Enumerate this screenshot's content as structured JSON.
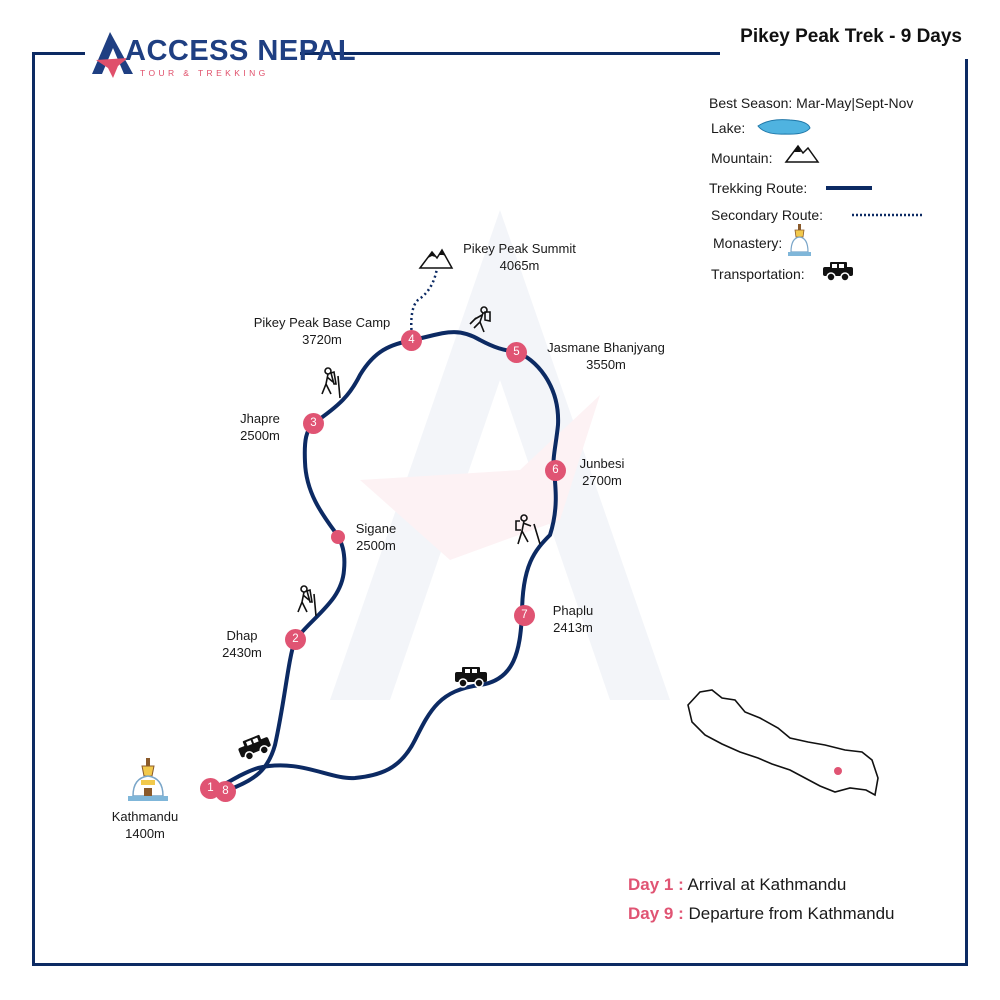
{
  "brand": {
    "name": "ACCESS NEPAL",
    "tagline": "TOUR & TREKKING"
  },
  "title": "Pikey Peak Trek - 9 Days",
  "legend": {
    "season": "Best Season: Mar-May|Sept-Nov",
    "lake": "Lake:",
    "mountain": "Mountain:",
    "trekking_route": "Trekking Route:",
    "secondary_route": "Secondary Route:",
    "monastery": "Monastery:",
    "transportation": "Transportation:"
  },
  "stops": [
    {
      "num": "1",
      "name": "Kathmandu",
      "alt": "1400m"
    },
    {
      "num": "2",
      "name": "Dhap",
      "alt": "2430m"
    },
    {
      "num": "",
      "name": "Sigane",
      "alt": "2500m"
    },
    {
      "num": "3",
      "name": "Jhapre",
      "alt": "2500m"
    },
    {
      "num": "4",
      "name": "Pikey Peak Base Camp",
      "alt": "3720m"
    },
    {
      "num": "5",
      "name": "Jasmane Bhanjyang",
      "alt": "3550m"
    },
    {
      "num": "6",
      "name": "Junbesi",
      "alt": "2700m"
    },
    {
      "num": "7",
      "name": "Phaplu",
      "alt": "2413m"
    },
    {
      "num": "8",
      "name": "",
      "alt": ""
    }
  ],
  "summit": {
    "name": "Pikey Peak Summit",
    "alt": "4065m"
  },
  "days": [
    {
      "key": "Day 1 :",
      "text": "Arrival at Kathmandu"
    },
    {
      "key": "Day 9 :",
      "text": "Departure from Kathmandu"
    }
  ],
  "colors": {
    "route": "#0c2a63",
    "marker": "#e05473",
    "brand_blue": "#1f3f82",
    "brand_pink": "#e0506b"
  },
  "icons": [
    "mountain-icon",
    "hiker-icon",
    "jeep-icon",
    "monastery-icon",
    "lake-icon"
  ]
}
